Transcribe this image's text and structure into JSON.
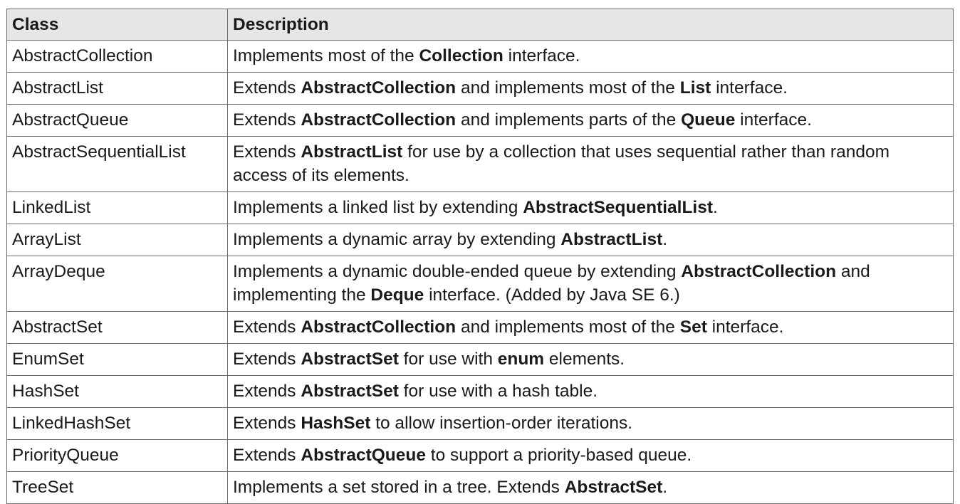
{
  "table": {
    "headers": [
      "Class",
      "Description"
    ],
    "rows": [
      {
        "class": "AbstractCollection",
        "description": [
          {
            "t": "Implements most of the "
          },
          {
            "t": "Collection",
            "b": true
          },
          {
            "t": " interface."
          }
        ]
      },
      {
        "class": "AbstractList",
        "description": [
          {
            "t": "Extends "
          },
          {
            "t": "AbstractCollection",
            "b": true
          },
          {
            "t": " and implements most of the "
          },
          {
            "t": "List",
            "b": true
          },
          {
            "t": " interface."
          }
        ]
      },
      {
        "class": "AbstractQueue",
        "description": [
          {
            "t": "Extends "
          },
          {
            "t": "AbstractCollection",
            "b": true
          },
          {
            "t": " and implements parts of the "
          },
          {
            "t": "Queue",
            "b": true
          },
          {
            "t": " interface."
          }
        ]
      },
      {
        "class": "AbstractSequentialList",
        "description": [
          {
            "t": "Extends "
          },
          {
            "t": "AbstractList",
            "b": true
          },
          {
            "t": " for use by a collection that uses sequential rather than random access of its elements."
          }
        ]
      },
      {
        "class": "LinkedList",
        "description": [
          {
            "t": "Implements a linked list by extending "
          },
          {
            "t": "AbstractSequentialList",
            "b": true
          },
          {
            "t": "."
          }
        ]
      },
      {
        "class": "ArrayList",
        "description": [
          {
            "t": "Implements a dynamic array by extending "
          },
          {
            "t": "AbstractList",
            "b": true
          },
          {
            "t": "."
          }
        ]
      },
      {
        "class": "ArrayDeque",
        "description": [
          {
            "t": "Implements a dynamic double-ended queue by extending "
          },
          {
            "t": "AbstractCollection",
            "b": true
          },
          {
            "t": " and implementing the "
          },
          {
            "t": "Deque",
            "b": true
          },
          {
            "t": " interface. (Added by Java SE 6.)"
          }
        ]
      },
      {
        "class": "AbstractSet",
        "description": [
          {
            "t": "Extends "
          },
          {
            "t": "AbstractCollection",
            "b": true
          },
          {
            "t": " and implements most of the "
          },
          {
            "t": "Set",
            "b": true
          },
          {
            "t": " interface."
          }
        ]
      },
      {
        "class": "EnumSet",
        "description": [
          {
            "t": "Extends "
          },
          {
            "t": "AbstractSet",
            "b": true
          },
          {
            "t": " for use with "
          },
          {
            "t": "enum",
            "b": true
          },
          {
            "t": " elements."
          }
        ]
      },
      {
        "class": "HashSet",
        "description": [
          {
            "t": "Extends "
          },
          {
            "t": "AbstractSet",
            "b": true
          },
          {
            "t": " for use with a hash table."
          }
        ]
      },
      {
        "class": "LinkedHashSet",
        "description": [
          {
            "t": "Extends "
          },
          {
            "t": "HashSet",
            "b": true
          },
          {
            "t": " to allow insertion-order iterations."
          }
        ]
      },
      {
        "class": "PriorityQueue",
        "description": [
          {
            "t": "Extends "
          },
          {
            "t": "AbstractQueue",
            "b": true
          },
          {
            "t": " to support a priority-based queue."
          }
        ]
      },
      {
        "class": "TreeSet",
        "description": [
          {
            "t": "Implements a set stored in a tree. Extends "
          },
          {
            "t": "AbstractSet",
            "b": true
          },
          {
            "t": "."
          }
        ]
      }
    ]
  }
}
